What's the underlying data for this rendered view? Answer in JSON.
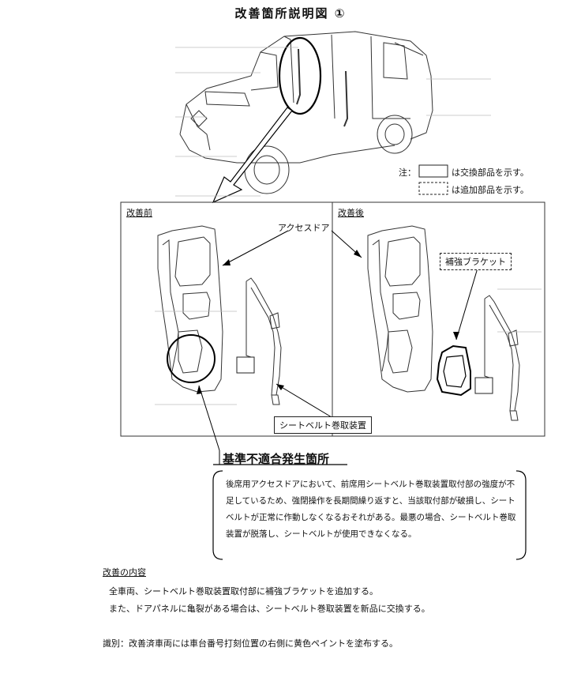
{
  "title": "改善箇所説明図 ①",
  "legend": {
    "prefix": "注：",
    "replace": "は交換部品を示す。",
    "add": "は追加部品を示す。"
  },
  "panels": {
    "before_label": "改善前",
    "after_label": "改善後"
  },
  "callouts": {
    "access_door": "アクセスドア",
    "bracket": "補強ブラケット",
    "retractor": "シートベルト巻取装置"
  },
  "defect": {
    "heading": "基準不適合発生箇所",
    "description": "後席用アクセスドアにおいて、前席用シートベルト巻取装置取付部の強度が不足しているため、強閉操作を長期間繰り返すと、当該取付部が破損し、シートベルトが正常に作動しなくなるおそれがある。最悪の場合、シートベルト巻取装置が脱落し、シートベルトが使用できなくなる。"
  },
  "improvement": {
    "heading": "改善の内容",
    "line1": "全車両、シートベルト巻取装置取付部に補強ブラケットを追加する。",
    "line2": "また、ドアパネルに亀裂がある場合は、シートベルト巻取装置を新品に交換する。"
  },
  "identification": "識別：改善済車両には車台番号打刻位置の右側に黄色ペイントを塗布する。"
}
